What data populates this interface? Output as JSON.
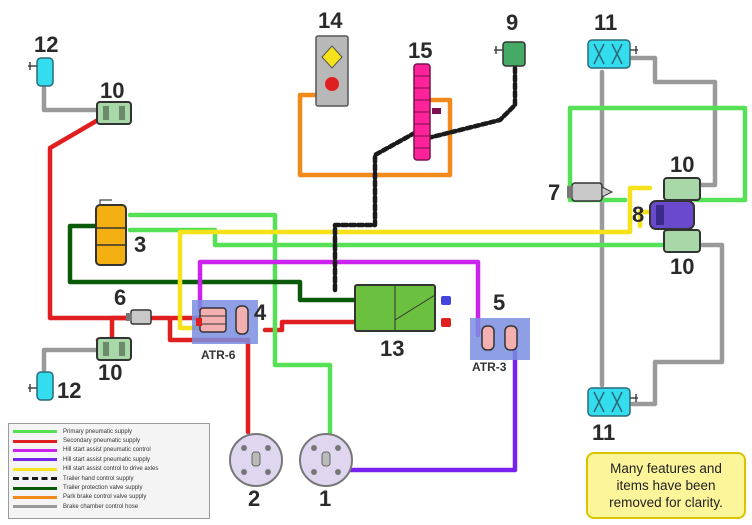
{
  "components": {
    "n1": "1",
    "n2": "2",
    "n3": "3",
    "n4": "4",
    "n5": "5",
    "n6": "6",
    "n7": "7",
    "n8": "8",
    "n9": "9",
    "n10a": "10",
    "n10b": "10",
    "n10c": "10",
    "n10d": "10",
    "n11a": "11",
    "n11b": "11",
    "n12a": "12",
    "n12b": "12",
    "n13": "13",
    "n14": "14",
    "n15": "15",
    "atr6": "ATR-6",
    "atr3": "ATR-3"
  },
  "colors": {
    "primary": "#55e055",
    "secondary": "#e02020",
    "magenta": "#cc22ee",
    "purple": "#7722ee",
    "yellow": "#f5e21a",
    "dark_green": "#0a5a0a",
    "orange": "#f08a1a",
    "grey": "#9a9a9a",
    "black": "#1a1a1a"
  },
  "legend": [
    {
      "label": "Primary pneumatic supply",
      "color": "#55e055"
    },
    {
      "label": "Secondary pneumatic supply",
      "color": "#e02020"
    },
    {
      "label": "Hill start assist pneumatic control",
      "color": "#cc22ee"
    },
    {
      "label": "Hill start assist pneumatic supply",
      "color": "#7722ee"
    },
    {
      "label": "Hill start assist control to drive axles",
      "color": "#f5e21a"
    },
    {
      "label": "Trailer hand control supply",
      "color": "#1a1a1a",
      "dashed": true
    },
    {
      "label": "Trailer protection valve supply",
      "color": "#0a5a0a"
    },
    {
      "label": "Park brake control valve supply",
      "color": "#f08a1a"
    },
    {
      "label": "Brake chamber control hose",
      "color": "#9a9a9a"
    }
  ],
  "note": "Many features and items have been removed for clarity."
}
